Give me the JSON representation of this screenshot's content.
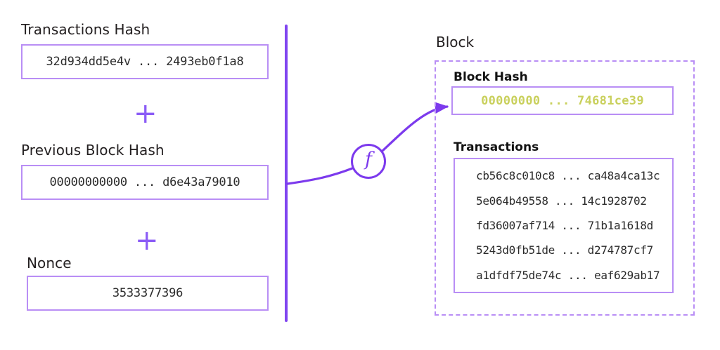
{
  "diagram": {
    "title": "Block hashing function diagram",
    "colors": {
      "border_purple": "#b98ef5",
      "accent_purple": "#8045f0",
      "plus_purple": "#8b5cf6",
      "hash_highlight": "#c9d05c",
      "text": "#231f20",
      "background": "#ffffff"
    }
  },
  "inputs": {
    "transactions_hash": {
      "label": "Transactions Hash",
      "value": "32d934dd5e4v ... 2493eb0f1a8"
    },
    "previous_block_hash": {
      "label": "Previous Block Hash",
      "value": "00000000000 ... d6e43a79010"
    },
    "nonce": {
      "label": "Nonce",
      "value": "3533377396"
    },
    "operator_1": "+",
    "operator_2": "+"
  },
  "function": {
    "symbol": "f"
  },
  "block": {
    "label": "Block",
    "block_hash": {
      "label": "Block Hash",
      "value": "00000000 ... 74681ce39"
    },
    "transactions": {
      "label": "Transactions",
      "rows": [
        "cb56c8c010c8 ... ca48a4ca13c",
        "5e064b49558 ... 14c1928702",
        "fd36007af714 ... 71b1a1618d",
        "5243d0fb51de ... d274787cf7",
        "a1dfdf75de74c ... eaf629ab17"
      ]
    }
  }
}
